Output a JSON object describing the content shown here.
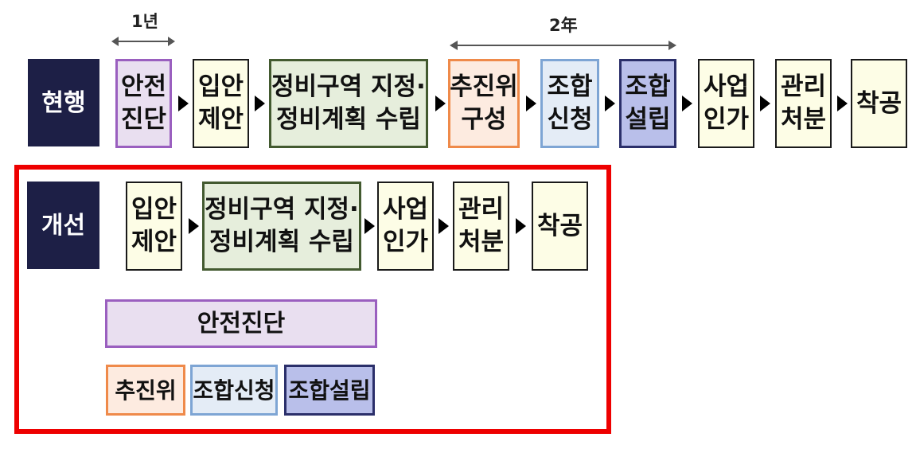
{
  "current": {
    "label": "현행",
    "steps": [
      {
        "lines": [
          "안전",
          "진단"
        ]
      },
      {
        "lines": [
          "입안",
          "제안"
        ]
      },
      {
        "lines": [
          "정비구역 지정·",
          "정비계획 수립"
        ]
      },
      {
        "lines": [
          "추진위",
          "구성"
        ]
      },
      {
        "lines": [
          "조합",
          "신청"
        ]
      },
      {
        "lines": [
          "조합",
          "설립"
        ]
      },
      {
        "lines": [
          "사업",
          "인가"
        ]
      },
      {
        "lines": [
          "관리",
          "처분"
        ]
      },
      {
        "lines": [
          "착공"
        ]
      }
    ],
    "span_1_label": "1년",
    "span_2_label": "2年"
  },
  "improved": {
    "label": "개선",
    "steps": [
      {
        "lines": [
          "입안",
          "제안"
        ]
      },
      {
        "lines": [
          "정비구역 지정·",
          "정비계획 수립"
        ]
      },
      {
        "lines": [
          "사업",
          "인가"
        ]
      },
      {
        "lines": [
          "관리",
          "처분"
        ]
      },
      {
        "lines": [
          "착공"
        ]
      }
    ],
    "safety_bar": "안전진단",
    "bottom_items": [
      "추진위",
      "조합신청",
      "조합설립"
    ]
  },
  "colors": {
    "dark_label": "#1d1f46",
    "highlight_frame": "#ee0000",
    "safety": "#9a5fbf",
    "committee": "#ef8a4a",
    "union_application": "#7ea5d4",
    "union_establishment": "#2b2f6a",
    "plan": "#435a30"
  }
}
